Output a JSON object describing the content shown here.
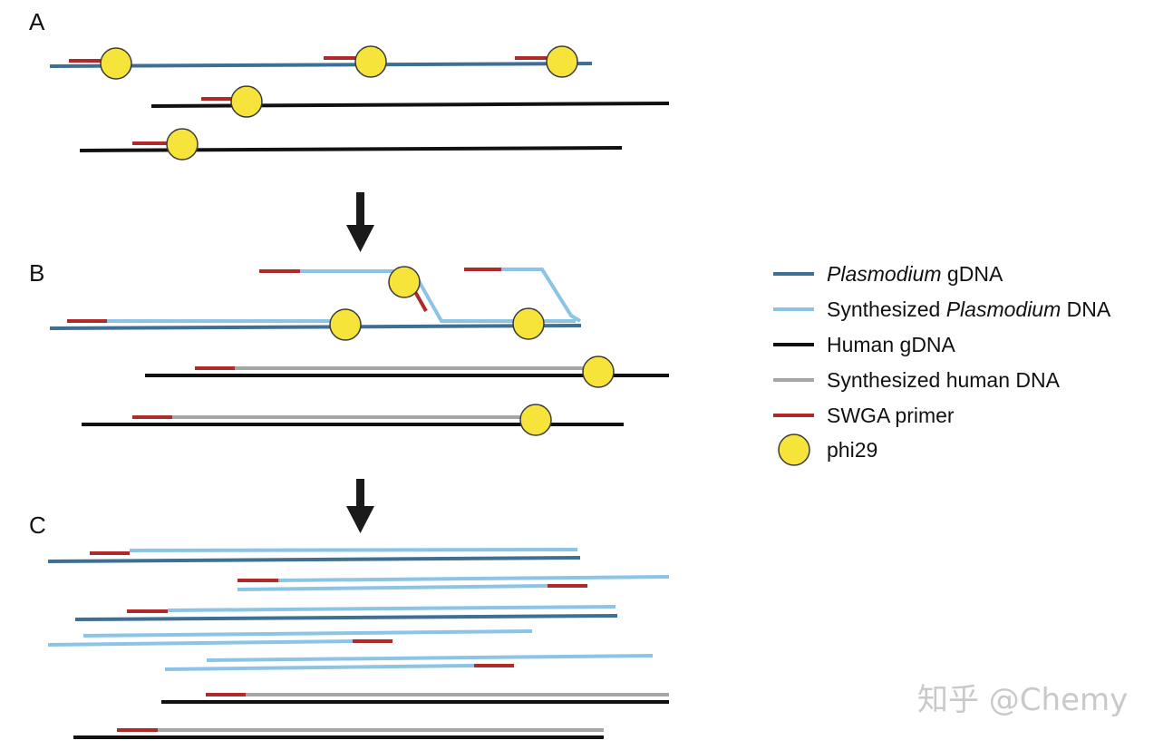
{
  "panels": [
    "A",
    "B",
    "C"
  ],
  "legend": [
    {
      "key": "plasmodium-gdna",
      "pre": "",
      "italic": "Plasmodium",
      "post": " gDNA",
      "color": "#3e6f94",
      "symbol": "line"
    },
    {
      "key": "synth-plasmodium",
      "pre": "Synthesized ",
      "italic": "Plasmodium",
      "post": " DNA",
      "color": "#8cc4e6",
      "symbol": "line"
    },
    {
      "key": "human-gdna",
      "pre": "Human gDNA",
      "italic": "",
      "post": "",
      "color": "#111111",
      "symbol": "line"
    },
    {
      "key": "synth-human",
      "pre": "Synthesized human DNA",
      "italic": "",
      "post": "",
      "color": "#a6a6a6",
      "symbol": "line"
    },
    {
      "key": "swga-primer",
      "pre": "SWGA primer",
      "italic": "",
      "post": "",
      "color": "#b02a2a",
      "symbol": "line"
    },
    {
      "key": "phi29",
      "pre": "phi29",
      "italic": "",
      "post": "",
      "color": "#f7e43a",
      "symbol": "circle"
    }
  ],
  "watermark": "知乎 @Chemy",
  "colors": {
    "plasmodium": "#3e6f94",
    "synth_plasmodium": "#8cc4e6",
    "human": "#111111",
    "synth_human": "#a6a6a6",
    "primer": "#b02a2a",
    "phi29_fill": "#f7e43a",
    "phi29_stroke": "#3a3a3a",
    "arrow": "#1a1a1a"
  }
}
